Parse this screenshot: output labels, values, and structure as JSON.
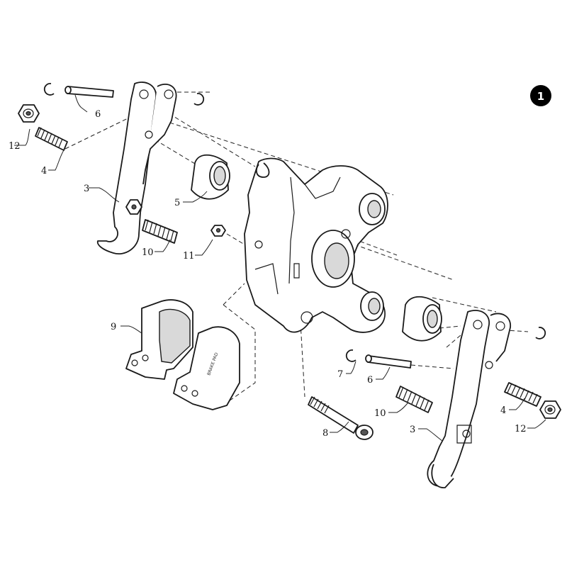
{
  "badge": "1",
  "callouts": {
    "c3_left": "3",
    "c4_left": "4",
    "c5": "5",
    "c6_left": "6",
    "c9": "9",
    "c10_left": "10",
    "c11": "11",
    "c12_left": "12",
    "c3_right": "3",
    "c4_right": "4",
    "c6_right": "6",
    "c7": "7",
    "c8": "8",
    "c10_right": "10",
    "c12_right": "12"
  }
}
